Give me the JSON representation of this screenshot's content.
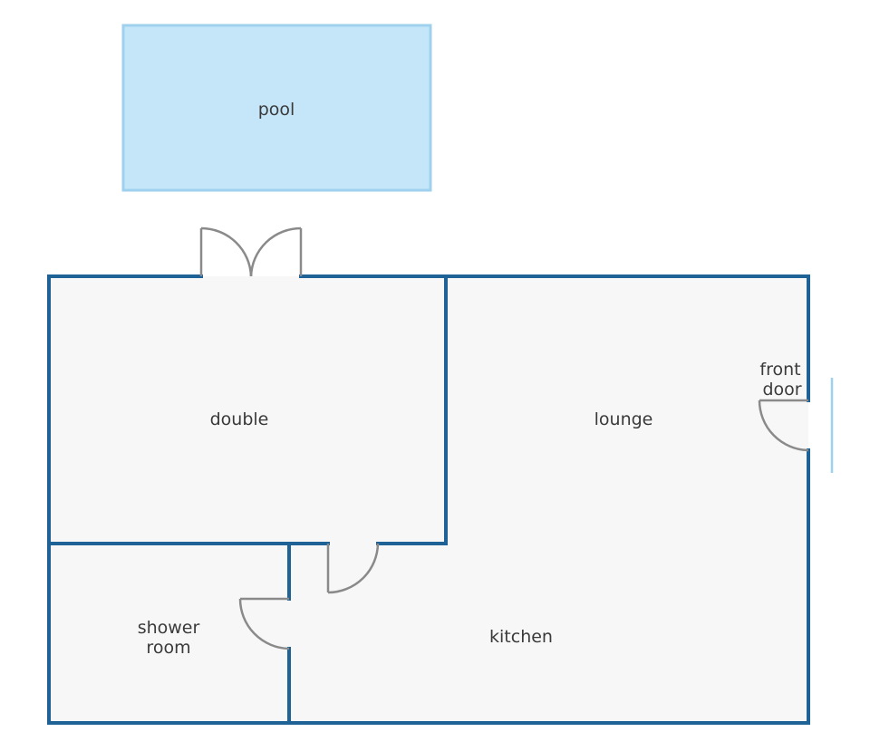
{
  "colors": {
    "wall": "#1f6296",
    "floor": "#f7f7f7",
    "pool_fill": "#c5e6f9",
    "pool_stroke": "#9fd0ee",
    "door": "#8a8a8a",
    "window": "#9fd0ee",
    "text": "#3a3a3a"
  },
  "rooms": {
    "pool": "pool",
    "double": "double",
    "lounge": "lounge",
    "shower": [
      "shower",
      "room"
    ],
    "kitchen": "kitchen",
    "front_door": [
      "front",
      "door"
    ]
  }
}
